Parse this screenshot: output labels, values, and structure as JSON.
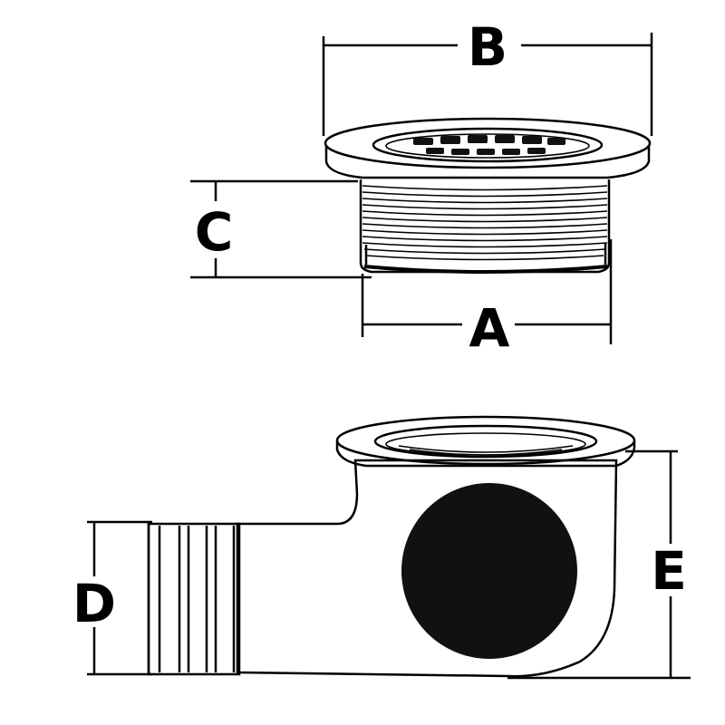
{
  "labels": {
    "a": "A",
    "b": "B",
    "c": "C",
    "d": "D",
    "e": "E"
  },
  "colors": {
    "line": "#000000",
    "background": "#ffffff",
    "fill": "#111111"
  }
}
